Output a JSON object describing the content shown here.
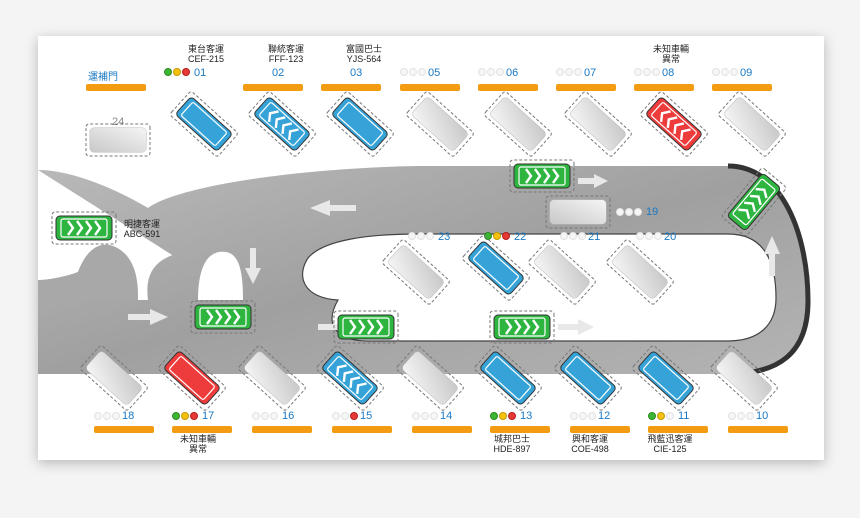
{
  "gate_label": "運補門",
  "bays": [
    {
      "num": "01",
      "lights": [
        "green",
        "yellow",
        "red"
      ],
      "company": "東台客運",
      "plate": "CEF-215",
      "bus": "blue",
      "arrows": false
    },
    {
      "num": "02",
      "lights": [
        "off",
        "off",
        "off"
      ],
      "company": "聯統客運",
      "plate": "FFF-123",
      "bus": "blue",
      "arrows": true
    },
    {
      "num": "03",
      "lights": [
        "off",
        "off",
        "off"
      ],
      "company": "富國巴士",
      "plate": "YJS-564",
      "bus": "blue",
      "arrows": false
    },
    {
      "num": "05",
      "lights": [
        "off",
        "off",
        "off"
      ],
      "company": "",
      "plate": "",
      "bus": "empty",
      "arrows": false
    },
    {
      "num": "06",
      "lights": [
        "off",
        "off",
        "off"
      ],
      "company": "",
      "plate": "",
      "bus": "empty",
      "arrows": false
    },
    {
      "num": "07",
      "lights": [
        "off",
        "off",
        "off"
      ],
      "company": "",
      "plate": "",
      "bus": "empty",
      "arrows": false
    },
    {
      "num": "08",
      "lights": [
        "off",
        "off",
        "off"
      ],
      "company": "未知車輛",
      "plate": "異常",
      "bus": "red",
      "arrows": true
    },
    {
      "num": "09",
      "lights": [
        "off",
        "off",
        "off"
      ],
      "company": "",
      "plate": "",
      "bus": "empty",
      "arrows": false
    },
    {
      "num": "10",
      "lights": [
        "off",
        "off",
        "off"
      ],
      "company": "",
      "plate": "",
      "bus": "empty",
      "arrows": false
    },
    {
      "num": "11",
      "lights": [
        "green",
        "yellow",
        "off"
      ],
      "company": "飛藍迅客運",
      "plate": "CIE-125",
      "bus": "blue",
      "arrows": false
    },
    {
      "num": "12",
      "lights": [
        "off",
        "off",
        "off"
      ],
      "company": "興和客運",
      "plate": "COE-498",
      "bus": "blue",
      "arrows": false
    },
    {
      "num": "13",
      "lights": [
        "green",
        "yellow",
        "red"
      ],
      "company": "城邦巴士",
      "plate": "HDE-897",
      "bus": "blue",
      "arrows": false
    },
    {
      "num": "14",
      "lights": [
        "off",
        "off",
        "off"
      ],
      "company": "",
      "plate": "",
      "bus": "empty",
      "arrows": false
    },
    {
      "num": "15",
      "lights": [
        "off",
        "off",
        "red"
      ],
      "company": "",
      "plate": "",
      "bus": "blue",
      "arrows": true
    },
    {
      "num": "16",
      "lights": [
        "off",
        "off",
        "off"
      ],
      "company": "",
      "plate": "",
      "bus": "empty",
      "arrows": false
    },
    {
      "num": "17",
      "lights": [
        "green",
        "yellow",
        "red"
      ],
      "company": "未知車輛",
      "plate": "異常",
      "bus": "red",
      "arrows": false
    },
    {
      "num": "18",
      "lights": [
        "off",
        "off",
        "off"
      ],
      "company": "",
      "plate": "",
      "bus": "empty",
      "arrows": false
    },
    {
      "num": "19",
      "lights": [
        "off",
        "off",
        "off"
      ],
      "company": "",
      "plate": "",
      "bus": "empty",
      "arrows": false
    },
    {
      "num": "20",
      "lights": [
        "off",
        "off",
        "off"
      ],
      "company": "",
      "plate": "",
      "bus": "empty",
      "arrows": false
    },
    {
      "num": "21",
      "lights": [
        "off",
        "off",
        "off"
      ],
      "company": "",
      "plate": "",
      "bus": "empty",
      "arrows": false
    },
    {
      "num": "22",
      "lights": [
        "green",
        "yellow",
        "red"
      ],
      "company": "",
      "plate": "",
      "bus": "blue",
      "arrows": false
    },
    {
      "num": "23",
      "lights": [
        "off",
        "off",
        "off"
      ],
      "company": "",
      "plate": "",
      "bus": "empty",
      "arrows": false
    },
    {
      "num": "24",
      "lights": [],
      "company": "",
      "plate": "",
      "bus": "empty",
      "arrows": false
    }
  ],
  "moving_bus": {
    "company": "明捷客運",
    "plate": "ABC-591"
  },
  "colors": {
    "road": "#a8a8a8",
    "bay_bar": "#f39c12",
    "bus_blue": "#35a3d8",
    "bus_red": "#ee3b3b",
    "bus_green": "#2db540",
    "light_green": "#3cb531",
    "light_yellow": "#f4c20d",
    "light_red": "#e53935",
    "number": "#1a78c2"
  }
}
